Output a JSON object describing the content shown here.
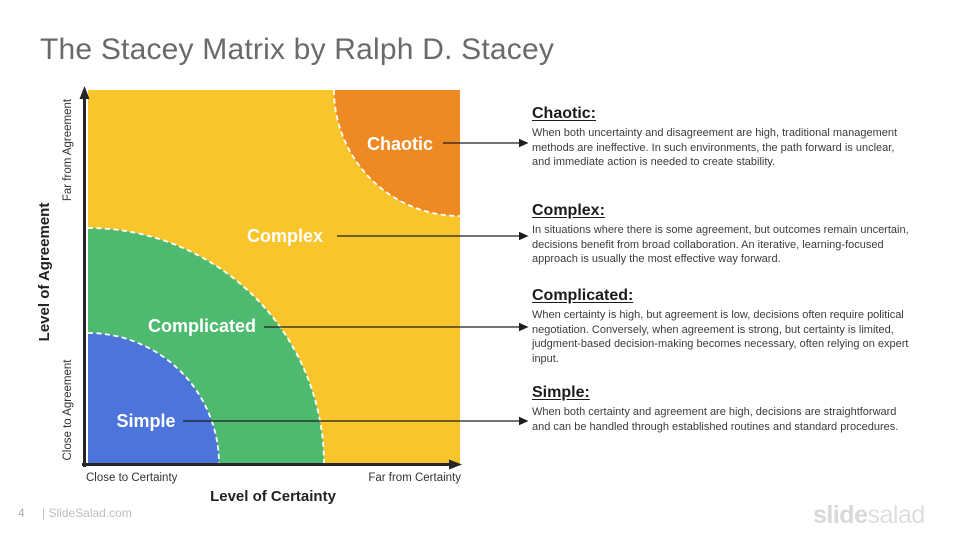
{
  "title": "The Stacey Matrix by Ralph D. Stacey",
  "colors": {
    "simple": "#4D74DB",
    "complicated": "#4EBA70",
    "complex": "#F8C62C",
    "chaotic": "#EE8A23"
  },
  "matrix": {
    "labels": {
      "chaotic": "Chaotic",
      "complex": "Complex",
      "complicated": "Complicated",
      "simple": "Simple"
    },
    "axes": {
      "x_title": "Level of Certainty",
      "y_title": "Level of Agreement",
      "x_min": "Close to Certainty",
      "x_max": "Far from Certainty",
      "y_min": "Close to Agreement",
      "y_max": "Far from Agreement"
    }
  },
  "descriptions": [
    {
      "heading": "Chaotic:",
      "body": "When both uncertainty and disagreement are high, traditional management methods are ineffective. In such environments, the path forward is unclear, and immediate action is needed to create stability."
    },
    {
      "heading": "Complex:",
      "body": "In situations where there is some agreement, but outcomes remain uncertain, decisions benefit from broad collaboration. An iterative, learning-focused approach is usually the most effective way forward."
    },
    {
      "heading": "Complicated:",
      "body": "When certainty is high, but agreement is low, decisions often require political negotiation. Conversely, when agreement is strong, but certainty is limited, judgment-based decision-making becomes necessary, often relying on expert input."
    },
    {
      "heading": "Simple:",
      "body": "When both certainty and agreement are high, decisions are straightforward and can be handled through established routines and standard procedures."
    }
  ],
  "footer": {
    "page_number": "4",
    "site": "| SlideSalad.com",
    "logo_bold": "slide",
    "logo_light": "salad"
  }
}
